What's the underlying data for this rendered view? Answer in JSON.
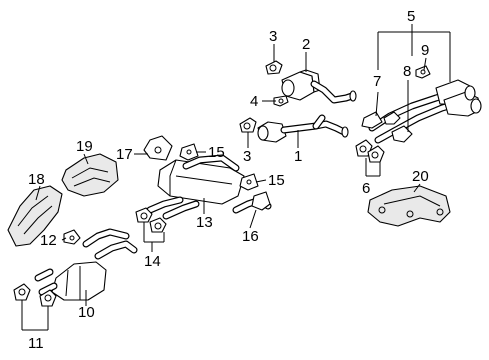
{
  "callouts": {
    "c1": "1",
    "c2": "2",
    "c3a": "3",
    "c3b": "3",
    "c4": "4",
    "c5": "5",
    "c6": "6",
    "c7": "7",
    "c8": "8",
    "c9": "9",
    "c10": "10",
    "c11": "11",
    "c12": "12",
    "c13": "13",
    "c14": "14",
    "c15a": "15",
    "c15b": "15",
    "c16": "16",
    "c17": "17",
    "c18": "18",
    "c19": "19",
    "c20": "20"
  }
}
